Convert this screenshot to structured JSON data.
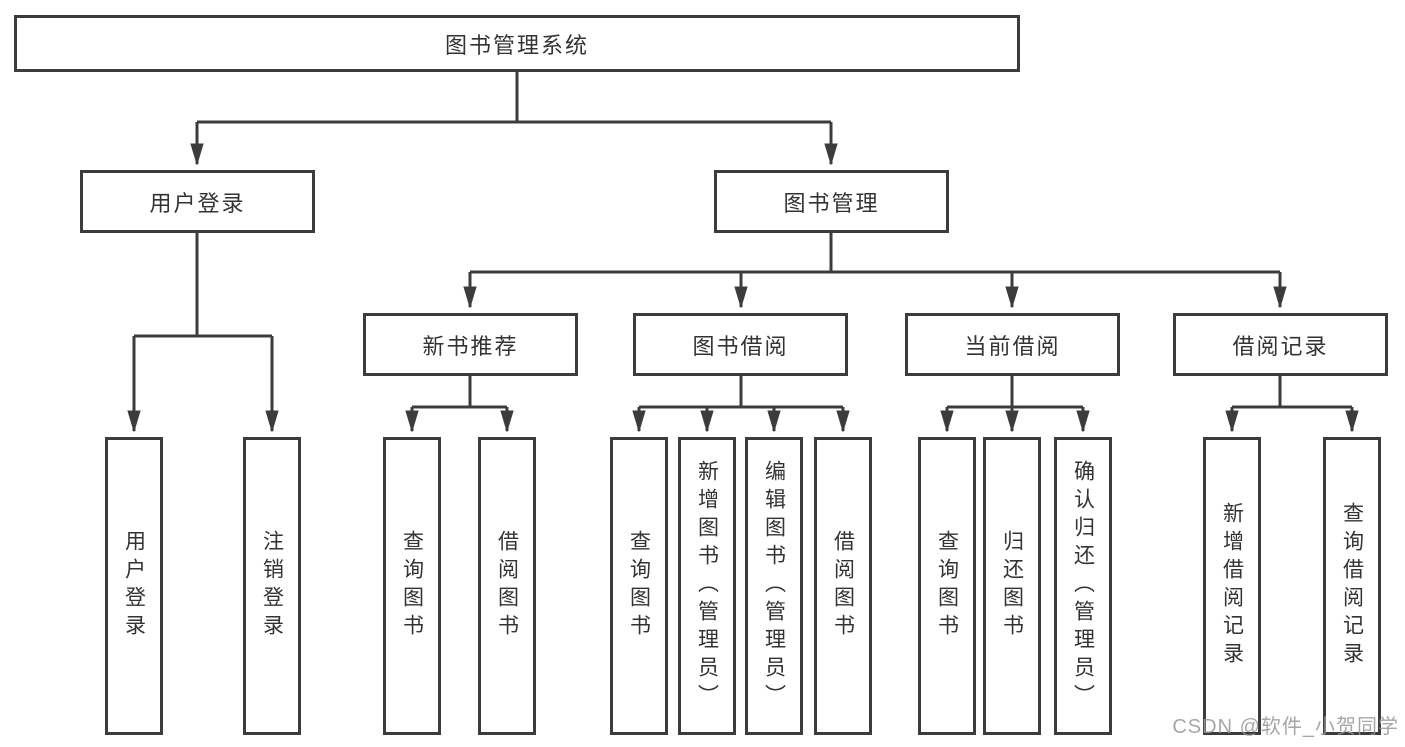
{
  "diagram": {
    "root": {
      "label": "图书管理系统",
      "children": [
        {
          "label": "用户登录",
          "children": [
            {
              "label": "用户登录"
            },
            {
              "label": "注销登录"
            }
          ]
        },
        {
          "label": "图书管理",
          "children": [
            {
              "label": "新书推荐",
              "children": [
                {
                  "label": "查询图书"
                },
                {
                  "label": "借阅图书"
                }
              ]
            },
            {
              "label": "图书借阅",
              "children": [
                {
                  "label": "查询图书"
                },
                {
                  "label": "新增图书（管理员）"
                },
                {
                  "label": "编辑图书（管理员）"
                },
                {
                  "label": "借阅图书"
                }
              ]
            },
            {
              "label": "当前借阅",
              "children": [
                {
                  "label": "查询图书"
                },
                {
                  "label": "归还图书"
                },
                {
                  "label": "确认归还（管理员）"
                }
              ]
            },
            {
              "label": "借阅记录",
              "children": [
                {
                  "label": "新增借阅记录"
                },
                {
                  "label": "查询借阅记录"
                }
              ]
            }
          ]
        }
      ]
    }
  },
  "watermark": {
    "text": "CSDN @软件_小贺同学"
  },
  "colors": {
    "line": "#3c3c3c",
    "text": "#333333",
    "background": "#ffffff",
    "watermark": "#969696"
  }
}
